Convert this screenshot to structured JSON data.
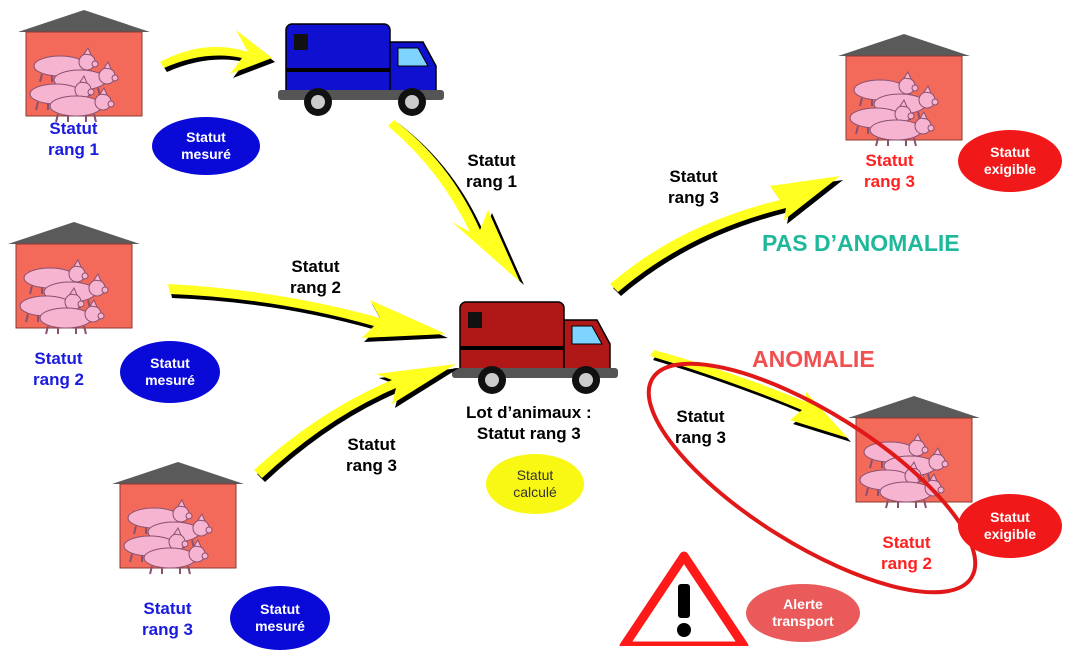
{
  "colors": {
    "barn_wall": "#f46a5a",
    "barn_roof": "#5a5a5a",
    "pig": "#f6b4d0",
    "truck_blue": "#1010d0",
    "truck_red": "#b01818",
    "arrow_yellow": "#ffff20",
    "arrow_shadow": "#000000",
    "label_blue": "#1a1ae0",
    "label_red": "#ff2020",
    "ok_green": "#1fb89a",
    "anomaly_red": "#f05050"
  },
  "farms": [
    {
      "label_line1": "Statut",
      "label_line2": "rang 1",
      "badge_line1": "Statut",
      "badge_line2": "mesuré"
    },
    {
      "label_line1": "Statut",
      "label_line2": "rang 2",
      "badge_line1": "Statut",
      "badge_line2": "mesuré"
    },
    {
      "label_line1": "Statut",
      "label_line2": "rang 3",
      "badge_line1": "Statut",
      "badge_line2": "mesuré"
    }
  ],
  "arrows": {
    "truck_to_lot": {
      "line1": "Statut",
      "line2": "rang 1"
    },
    "farm2_to_lot": {
      "line1": "Statut",
      "line2": "rang 2"
    },
    "farm3_to_lot": {
      "line1": "Statut",
      "line2": "rang 3"
    },
    "lot_to_dest1": {
      "line1": "Statut",
      "line2": "rang 3"
    },
    "lot_to_dest2": {
      "line1": "Statut",
      "line2": "rang 3"
    }
  },
  "lot": {
    "line1": "Lot d’animaux :",
    "line2": "Statut rang 3",
    "badge_line1": "Statut",
    "badge_line2": "calculé"
  },
  "destinations": [
    {
      "label_line1": "Statut",
      "label_line2": "rang 3",
      "badge_line1": "Statut",
      "badge_line2": "exigible"
    },
    {
      "label_line1": "Statut",
      "label_line2": "rang 2",
      "badge_line1": "Statut",
      "badge_line2": "exigible"
    }
  ],
  "outcomes": {
    "ok": "PAS D’ANOMALIE",
    "anomaly": "ANOMALIE"
  },
  "alert": {
    "line1": "Alerte",
    "line2": "transport",
    "icon": "warning-icon"
  }
}
